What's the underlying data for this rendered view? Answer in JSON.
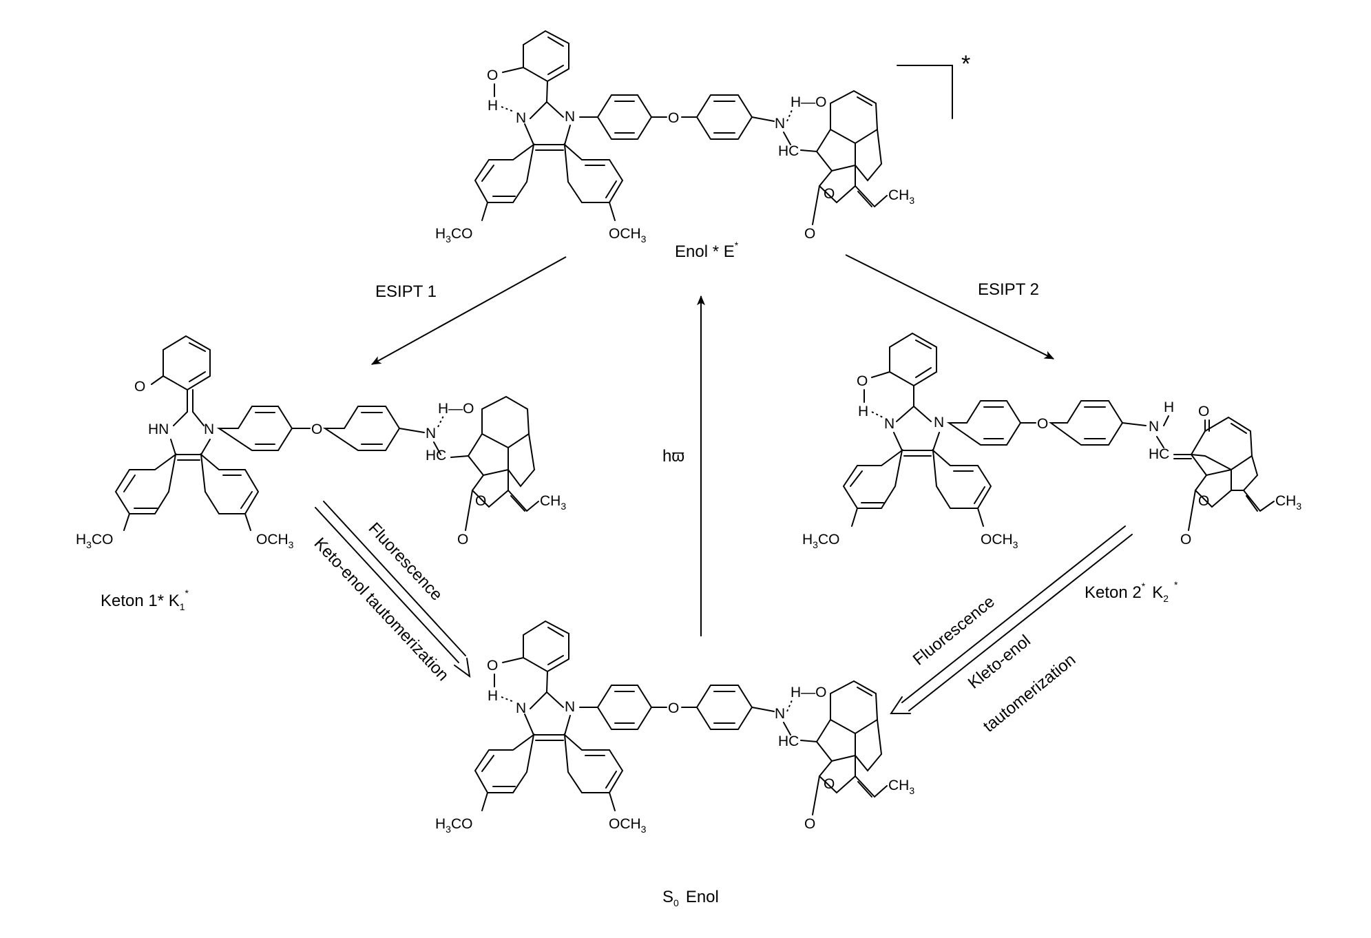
{
  "excited_mark": "*",
  "labels": {
    "enol_star": "Enol *  E",
    "enol_star_sup": "*",
    "keton1": "Keton 1*  K",
    "keton1_sub": "1",
    "keton1_sup": "*",
    "keton2": "Keton 2",
    "keton2_sup1": "*",
    "keton2_k": "K",
    "keton2_sub": "2",
    "keton2_sup2": "*",
    "s0_s": "S",
    "s0_sub": "0",
    "s0_rest": "Enol"
  },
  "processes": {
    "esipt1": "ESIPT 1",
    "esipt2": "ESIPT 2",
    "excitation": "hϖ",
    "fluorescence_left": "Fluorescence",
    "tautomerization_left": "Keto-enol tautomerization",
    "fluorescence_right": "Fluorescence",
    "tautomerization_right_1": "Kleto-enol",
    "tautomerization_right_2": "tautomerization"
  },
  "atoms": {
    "O": "O",
    "H": "H",
    "N": "N",
    "HN": "HN",
    "HC": "HC",
    "H_O": "H—O",
    "CH": "CH",
    "three": "3",
    "H3CO_h": "H",
    "H3CO_c": "CO",
    "OCH_a": "OCH"
  }
}
